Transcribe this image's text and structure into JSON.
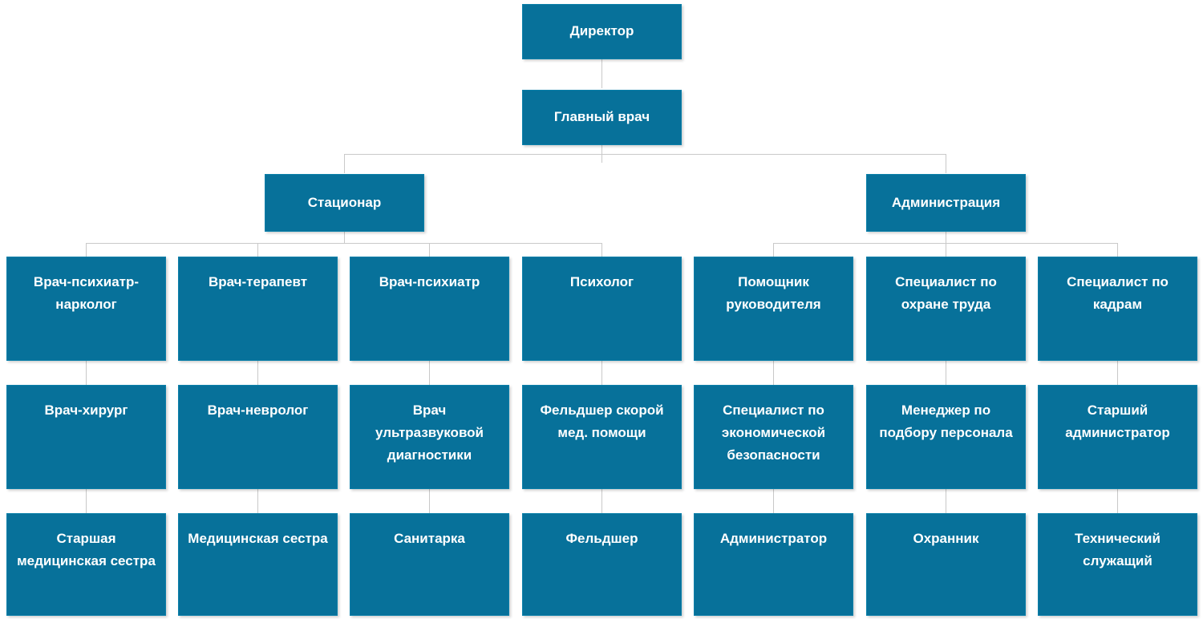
{
  "chart_title": "",
  "theme": {
    "node_fill": "#07719a",
    "node_text": "#ffffff",
    "connector": "#c9c9c9",
    "background": "#ffffff"
  },
  "org_chart": {
    "type": "org-hierarchy",
    "levels": [
      {
        "level": 1,
        "nodes": [
          {
            "id": "director",
            "label": "Директор"
          }
        ]
      },
      {
        "level": 2,
        "nodes": [
          {
            "id": "chief-doctor",
            "label": "Главный врач",
            "parent": "director"
          }
        ]
      },
      {
        "level": 3,
        "nodes": [
          {
            "id": "inpatient",
            "label": "Стационар",
            "parent": "chief-doctor"
          },
          {
            "id": "administration",
            "label": "Администрация",
            "parent": "chief-doctor"
          }
        ]
      },
      {
        "level": 4,
        "nodes": [
          {
            "id": "psychiatrist-narcologist",
            "label": "Врач-психиатр-нарколог",
            "parent": "inpatient"
          },
          {
            "id": "therapist",
            "label": "Врач-терапевт",
            "parent": "inpatient"
          },
          {
            "id": "psychiatrist",
            "label": "Врач-психиатр",
            "parent": "inpatient"
          },
          {
            "id": "psychologist",
            "label": "Психолог",
            "parent": "inpatient"
          },
          {
            "id": "assistant-manager",
            "label": "Помощник руководителя",
            "parent": "administration"
          },
          {
            "id": "labor-safety-specialist",
            "label": "Специалист по охране труда",
            "parent": "administration"
          },
          {
            "id": "hr-specialist",
            "label": "Специалист по кадрам",
            "parent": "administration"
          }
        ]
      },
      {
        "level": 5,
        "nodes": [
          {
            "id": "surgeon",
            "label": "Врач-хирург",
            "parent": "psychiatrist-narcologist"
          },
          {
            "id": "neurologist",
            "label": "Врач-невролог",
            "parent": "therapist"
          },
          {
            "id": "ultrasound-doctor",
            "label": "Врач ультразвуковой диагностики",
            "parent": "psychiatrist"
          },
          {
            "id": "emergency-paramedic",
            "label": "Фельдшер скорой мед. помощи",
            "parent": "psychologist"
          },
          {
            "id": "economic-security-specialist",
            "label": "Специалист по экономической безопасности",
            "parent": "assistant-manager"
          },
          {
            "id": "recruitment-manager",
            "label": "Менеджер по подбору персонала",
            "parent": "labor-safety-specialist"
          },
          {
            "id": "senior-administrator",
            "label": "Старший администратор",
            "parent": "hr-specialist"
          }
        ]
      },
      {
        "level": 6,
        "nodes": [
          {
            "id": "senior-nurse",
            "label": "Старшая медицинская сестра",
            "parent": "surgeon"
          },
          {
            "id": "nurse",
            "label": "Медицинская сестра",
            "parent": "neurologist"
          },
          {
            "id": "orderly",
            "label": "Санитарка",
            "parent": "ultrasound-doctor"
          },
          {
            "id": "paramedic",
            "label": "Фельдшер",
            "parent": "emergency-paramedic"
          },
          {
            "id": "administrator",
            "label": "Администратор",
            "parent": "economic-security-specialist"
          },
          {
            "id": "security-guard",
            "label": "Охранник",
            "parent": "recruitment-manager"
          },
          {
            "id": "technical-staff",
            "label": "Технический служащий",
            "parent": "senior-administrator"
          }
        ]
      }
    ]
  }
}
